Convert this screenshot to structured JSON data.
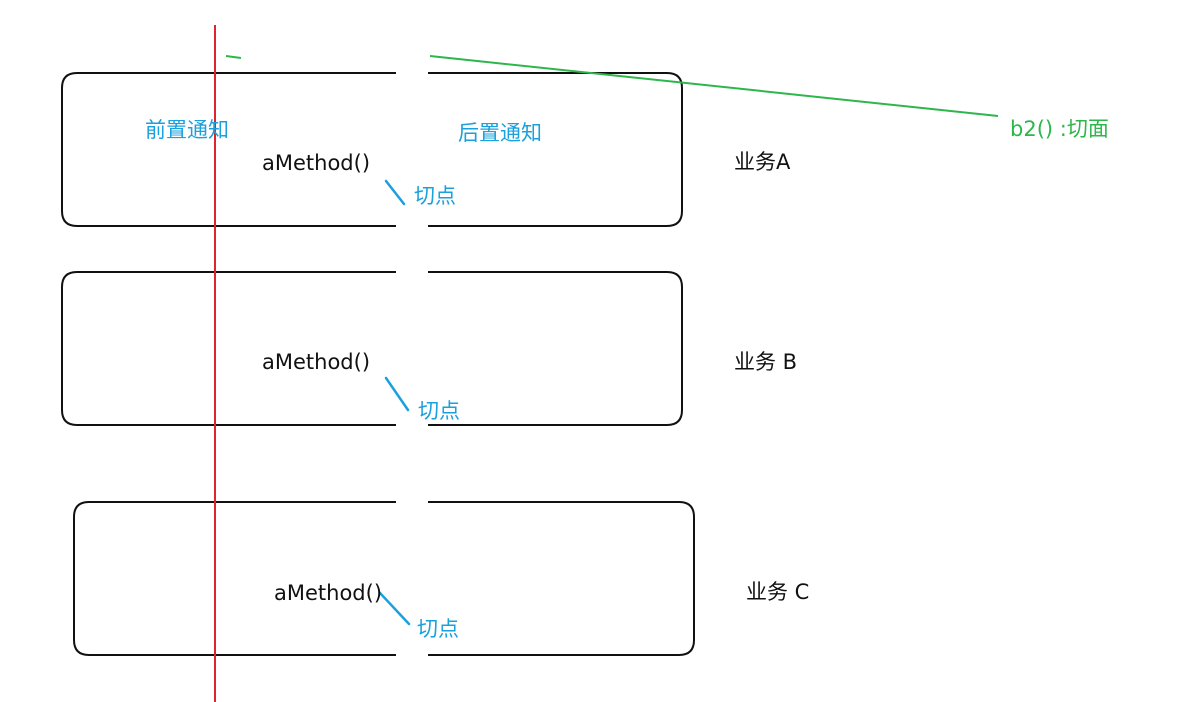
{
  "colors": {
    "box_stroke": "#111111",
    "red_line": "#e0242e",
    "blue_label": "#1aa0dc",
    "green_line": "#2db64a"
  },
  "aspect": {
    "label": "b2()  :切面"
  },
  "advice": {
    "before": "前置通知",
    "after": "后置通知"
  },
  "businesses": [
    {
      "name": "业务A",
      "method": "aMethod()",
      "pointcut": "切点"
    },
    {
      "name": "业务 B",
      "method": "aMethod()",
      "pointcut": "切点"
    },
    {
      "name": "业务 C",
      "method": "aMethod()",
      "pointcut": "切点"
    }
  ]
}
